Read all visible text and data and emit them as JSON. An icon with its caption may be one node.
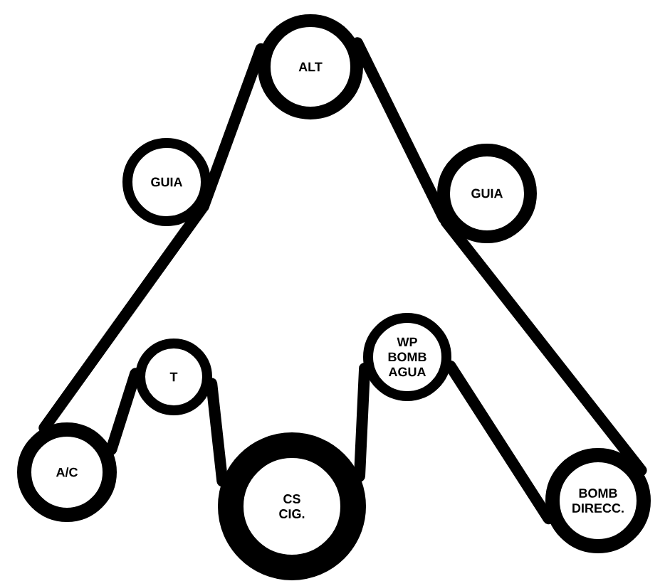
{
  "diagram": {
    "nodes": [
      {
        "text": [
          "ALT"
        ]
      },
      {
        "text": [
          "GUIA"
        ]
      },
      {
        "text": [
          "GUIA"
        ]
      },
      {
        "text": [
          "WP BOMB AGUA"
        ]
      },
      {
        "text": [
          "T"
        ]
      },
      {
        "text": [
          "A/C"
        ]
      },
      {
        "text": [
          "CS CIG."
        ]
      },
      {
        "text": [
          "BOMB DIRECC."
        ]
      }
    ],
    "edges": [
      {
        "from": 0,
        "to": 1,
        "arrow": "none"
      },
      {
        "from": 1,
        "to": 5,
        "arrow": "none"
      },
      {
        "from": 5,
        "to": 4,
        "arrow": "none"
      },
      {
        "from": 4,
        "to": 6,
        "arrow": "none"
      },
      {
        "from": 6,
        "to": 3,
        "arrow": "none"
      },
      {
        "from": 3,
        "to": 7,
        "arrow": "none"
      },
      {
        "from": 7,
        "to": 2,
        "arrow": "none"
      },
      {
        "from": 2,
        "to": 0,
        "arrow": "none"
      }
    ]
  }
}
